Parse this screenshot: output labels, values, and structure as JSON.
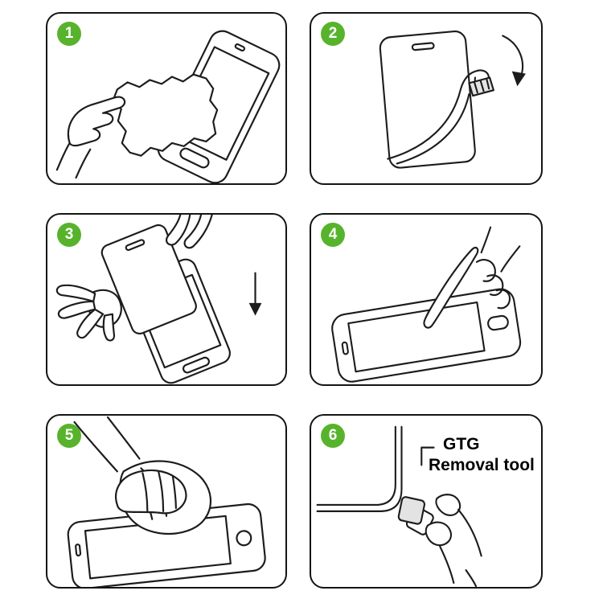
{
  "page": {
    "background": "#ffffff"
  },
  "theme": {
    "badge_green": "#57b32c",
    "line_color": "#1c1c1c",
    "panel_border": "#141414"
  },
  "steps": [
    {
      "number": "1",
      "illustration": "wipe-phone-screen-with-cloth"
    },
    {
      "number": "2",
      "illustration": "peel-backing-film-from-protector"
    },
    {
      "number": "3",
      "illustration": "align-protector-over-phone"
    },
    {
      "number": "4",
      "illustration": "press-screen-with-finger"
    },
    {
      "number": "5",
      "illustration": "smooth-surface-with-cloth"
    },
    {
      "number": "6",
      "illustration": "apply-removal-tool-to-corner",
      "label": {
        "line1": "GTG",
        "line2": "Removal tool"
      }
    }
  ]
}
